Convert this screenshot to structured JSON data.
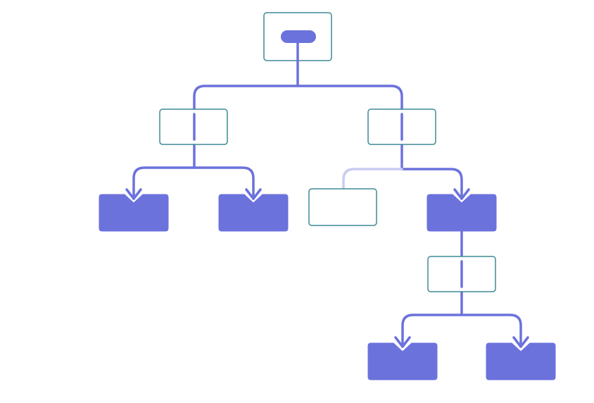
{
  "colors": {
    "background": "#ffffff",
    "accent": "#6b72dc",
    "accent_faded": "#c9cbf1",
    "node_outline": "#3f8a96",
    "node_fill_outline": "#ffffff",
    "node_fill_solid": "#6b72dc"
  },
  "tree": {
    "root": {
      "kind": "root",
      "style": "outline",
      "marker": "pill"
    },
    "nodes": [
      {
        "id": "left-branch",
        "style": "outline",
        "parent": "root"
      },
      {
        "id": "right-branch",
        "style": "outline",
        "parent": "root"
      },
      {
        "id": "left-leaf-1",
        "style": "solid",
        "parent": "left-branch"
      },
      {
        "id": "left-leaf-2",
        "style": "solid",
        "parent": "left-branch"
      },
      {
        "id": "right-leaf-faded",
        "style": "outline",
        "parent": "right-branch",
        "edge": "faded"
      },
      {
        "id": "right-child",
        "style": "solid",
        "parent": "right-branch"
      },
      {
        "id": "lower-branch",
        "style": "outline",
        "parent": "right-child"
      },
      {
        "id": "lower-leaf-1",
        "style": "solid",
        "parent": "lower-branch"
      },
      {
        "id": "lower-leaf-2",
        "style": "solid",
        "parent": "lower-branch"
      }
    ]
  }
}
